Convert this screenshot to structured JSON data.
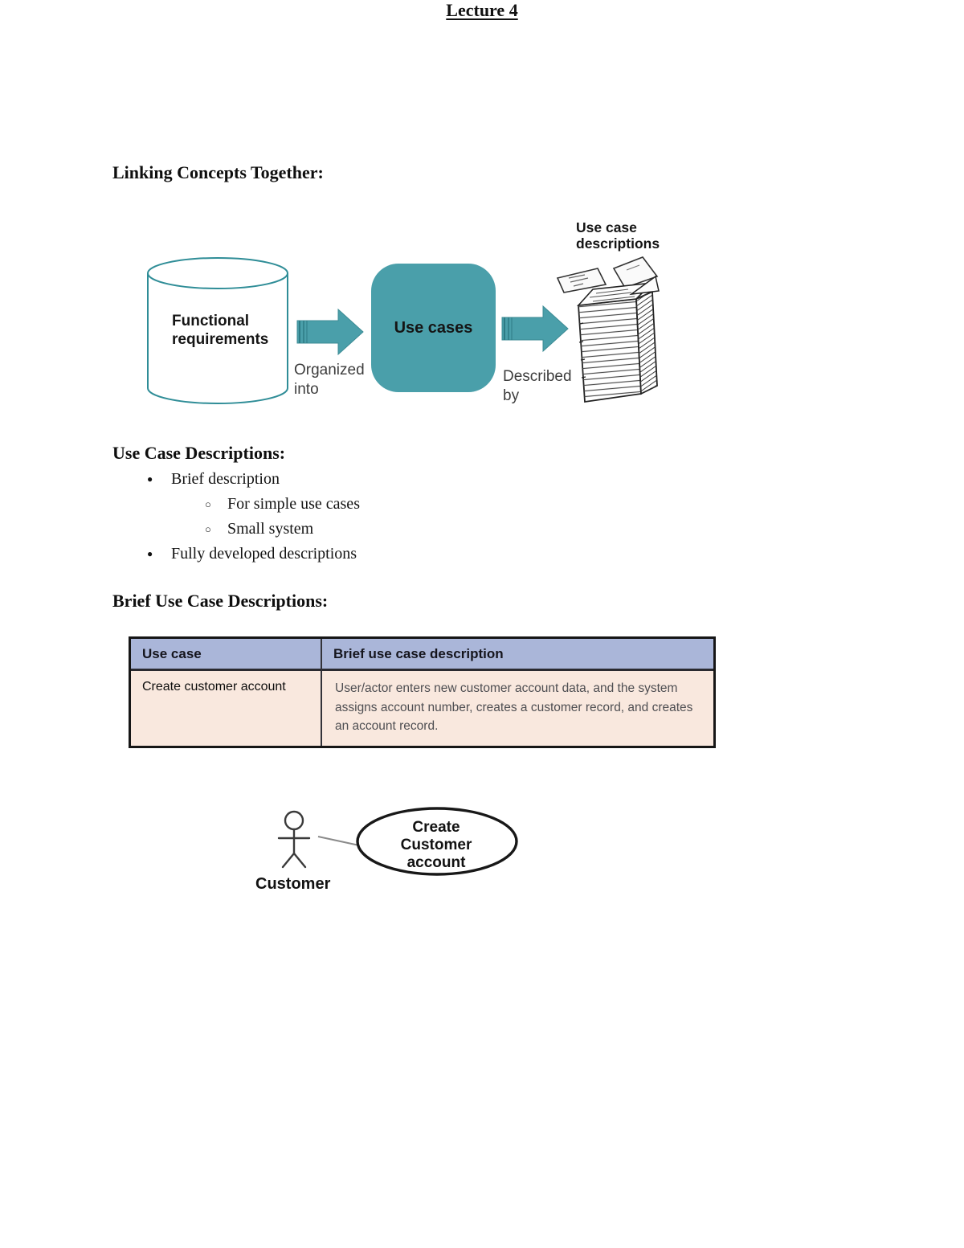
{
  "document": {
    "title": "Lecture 4",
    "headings": {
      "linking": "Linking Concepts Together:",
      "use_case_descriptions": "Use Case Descriptions:",
      "brief_use_case_descriptions": "Brief Use Case Descriptions:"
    },
    "bullets": [
      {
        "label": "Brief description",
        "children": [
          "For simple use cases",
          "Small system"
        ]
      },
      {
        "label": "Fully developed descriptions",
        "children": []
      }
    ]
  },
  "flow_diagram": {
    "source_label": "Functional requirements",
    "process_label": "Use cases",
    "arrow1_caption": "Organized into",
    "arrow2_caption": "Described by",
    "output_label": "Use case descriptions",
    "accent_color": "#4a9faa",
    "cylinder_outline_color": "#2f8d97"
  },
  "table": {
    "columns": [
      "Use case",
      "Brief use case description"
    ],
    "rows": [
      {
        "use_case": "Create customer account",
        "description": "User/actor enters new customer account data, and the system assigns account number, creates a customer record, and creates an account record."
      }
    ],
    "header_bg": "#aab6d9",
    "row_bg": "#f9e8de"
  },
  "uml_diagram": {
    "actor_label": "Customer",
    "use_case_label": "Create Customer account"
  }
}
